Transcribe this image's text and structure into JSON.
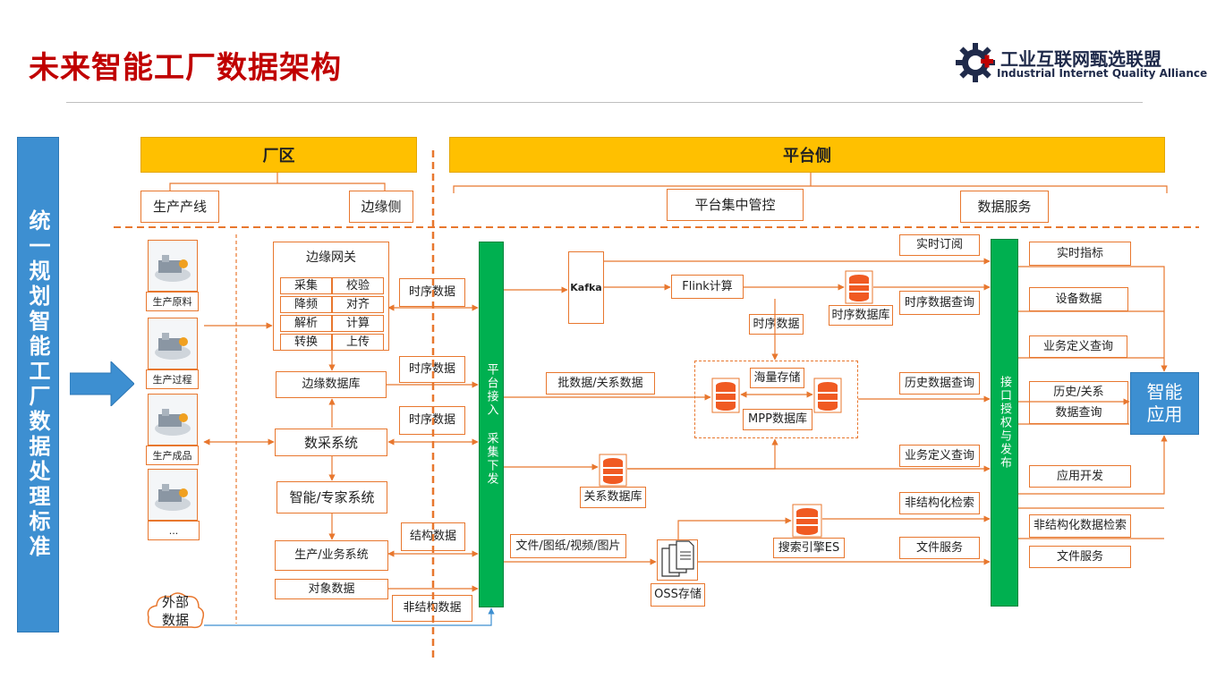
{
  "title": "未来智能工厂数据架构",
  "logo": {
    "name_cn": "工业互联网甄选联盟",
    "name_en": "Industrial Internet Quality Alliance"
  },
  "left_bar": "统一规划智能工厂数据处理标准",
  "headers": {
    "factory": "厂区",
    "platform": "平台侧"
  },
  "subheaders": {
    "production_line": "生产产线",
    "edge_side": "边缘侧",
    "central_control": "平台集中管控",
    "data_service": "数据服务"
  },
  "production": {
    "raw": "生产原料",
    "process": "生产过程",
    "product": "生产成品",
    "more": "..."
  },
  "external_data": "外部\n数据",
  "edge_gateway": {
    "title": "边缘网关",
    "cells": [
      "采集",
      "校验",
      "降频",
      "对齐",
      "解析",
      "计算",
      "转换",
      "上传"
    ]
  },
  "edge_db": "边缘数据库",
  "collection_system": "数采系统",
  "expert_system": "智能/专家系统",
  "business_system": "生产/业务系统",
  "object_data": "对象数据",
  "flow_labels": {
    "ts1": "时序数据",
    "ts2": "时序数据",
    "ts3": "时序数据",
    "structured": "结构数据",
    "unstructured": "非结构数据"
  },
  "platform_access": "平台接入 采集下发",
  "kafka": "Kafka",
  "flink": "Flink计算",
  "ts_db": "时序数据库",
  "ts_mid": "时序数据",
  "batch": "批数据/关系数据",
  "mass_storage": "海量存储",
  "mpp_db": "MPP数据库",
  "rel_db": "关系数据库",
  "files": "文件/图纸/视频/图片",
  "oss": "OSS存储",
  "es": "搜索引擎ES",
  "service_labels": {
    "realtime_sub": "实时订阅",
    "ts_query": "时序数据查询",
    "history_query": "历史数据查询",
    "biz_query": "业务定义查询",
    "unstruct_search": "非结构化检索",
    "file_service": "文件服务"
  },
  "interface": "接口授权与发布",
  "outputs": {
    "realtime": "实时指标",
    "device": "设备数据",
    "biz": "业务定义查询",
    "hist_line1": "历史/关系",
    "hist_line2": "数据查询",
    "app_dev": "应用开发",
    "unstruct": "非结构化数据检索",
    "file": "文件服务"
  },
  "smart_app": "智能\n应用",
  "icons": {
    "arrow": "big-arrow-icon",
    "machine": "factory-machine-icon",
    "db": "database-icon",
    "file": "document-icon",
    "cloud": "cloud-icon"
  },
  "colors": {
    "title": "#c00000",
    "header": "#ffc000",
    "accent": "#e8772e",
    "green": "#00b050",
    "blue": "#3d8fd1"
  }
}
